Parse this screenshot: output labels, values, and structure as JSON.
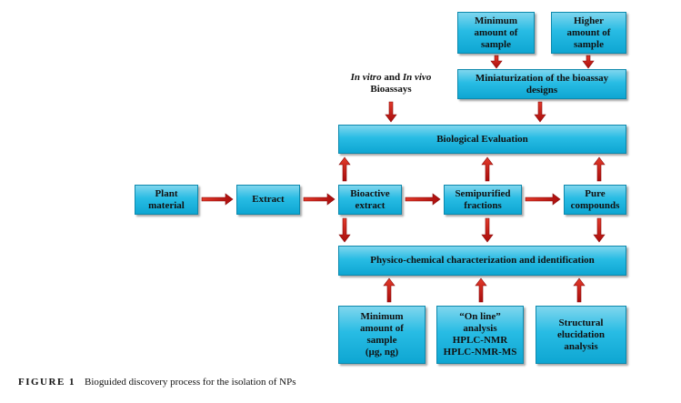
{
  "boxes": {
    "min_amount_top": "Minimum\namount of\nsample",
    "higher_amount": "Higher\namount of\nsample",
    "miniaturization": "Miniaturization of the bioassay\ndesigns",
    "biological_evaluation": "Biological Evaluation",
    "plant_material": "Plant\nmaterial",
    "extract": "Extract",
    "bioactive_extract": "Bioactive\nextract",
    "semipurified": "Semipurified\nfractions",
    "pure_compounds": "Pure\ncompounds",
    "physico_chemical": "Physico-chemical characterization and identification",
    "min_amount_bottom": "Minimum\namount of\nsample\n(µg, ng)",
    "online_analysis": "“On line”\nanalysis\nHPLC-NMR\nHPLC-NMR-MS",
    "structural": "Structural\nelucidation\nanalysis"
  },
  "bioassays_label": {
    "in_vitro": "In vitro",
    "and": " and ",
    "in_vivo": "In vivo",
    "bioassays": "Bioassays"
  },
  "caption": {
    "figure": "FIGURE 1",
    "text": "Bioguided discovery process for the isolation of NPs"
  },
  "colors": {
    "box_fill": "#1fb8e2",
    "arrow": "#c00000"
  }
}
